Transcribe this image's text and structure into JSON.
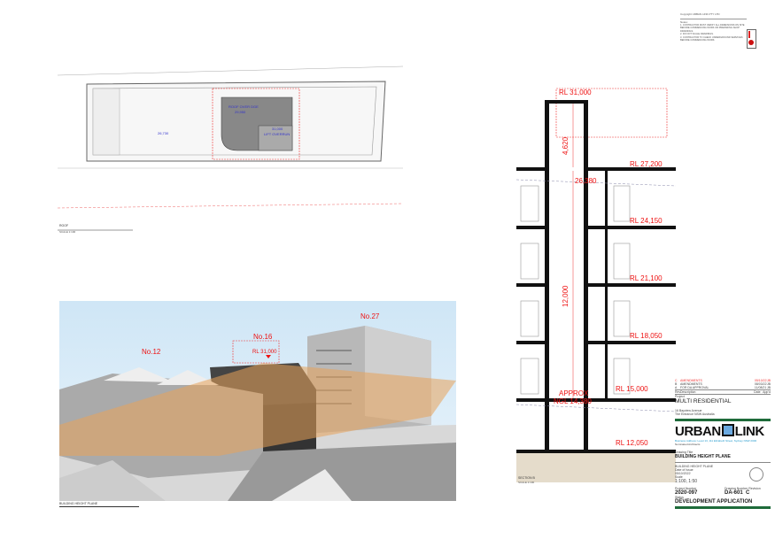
{
  "notes": {
    "copyright": "Copyright URBAN LINK PTY LTD",
    "heading": "Notes:",
    "lines": [
      "1. CONTRACTOR MUST VERIFY ALL DIMENSIONS ON SITE BEFORE COMMENCING WORK OR PREPARING SHOP DRAWINGS.",
      "2. DO NOT SCALE DRAWINGS.",
      "3. CONTRACTOR TO CHECK UNDERGROUND SERVICES BEFORE COMMENCING WORK."
    ]
  },
  "roof_plan": {
    "label": "ROOF",
    "scale": "SCALE 1:100",
    "roof_over": "ROOF OVER DGE",
    "roof_over_rl": "29,950",
    "lift_overrun": "LIFT OVERRUN",
    "lift_rl": "31,000",
    "spot_level": "26,730"
  },
  "view3d": {
    "label": "BUILDING HEIGHT PLANE",
    "no12": "No.12",
    "no16": "No.16",
    "no27": "No.27",
    "rl": "RL 31,000"
  },
  "section": {
    "label": "SECTION B",
    "scale": "SCALE 1:100",
    "levels": [
      "RL 31,000",
      "RL 27,200",
      "RL 24,150",
      "RL 21,100",
      "RL 18,050",
      "RL 15,000",
      "RL 12,050"
    ],
    "dim_top": "4,620",
    "dim_mid": "12,000",
    "spot": "26,380",
    "ngl_1": "APPROX",
    "ngl_2": "NGL 14,380"
  },
  "title_block": {
    "revisions": [
      {
        "rev": "C",
        "desc": "AMENDMENTS",
        "date": "05/10/22",
        "by": "JB"
      },
      {
        "rev": "B",
        "desc": "AMENDMENTS",
        "date": "08/03/22",
        "by": "JB"
      },
      {
        "rev": "A",
        "desc": "FOR DA APPROVAL",
        "date": "11/08/21",
        "by": "JB"
      }
    ],
    "rev_header": [
      "Rev",
      "Description",
      "Date",
      "App'd"
    ],
    "project_label": "Project",
    "project": "MULTI RESIDENTIAL",
    "address_1": "16 Bayview Avenue",
    "address_2": "The Entrance NSW   Australia",
    "logo_left": "URBAN",
    "logo_right": "LINK",
    "company_info": "Business Address: Level 13, 111 Elizabeth Street, Sydney NSW 2000",
    "nominated": "Nominated Architects",
    "drawing_title_label": "Drawing Title",
    "drawing_title": "BUILDING HEIGHT PLANE",
    "subtitle": "BUILDING HEIGHT PLANE",
    "date_label": "Date of Issue",
    "date": "05/10/2022",
    "scale_label": "Scale",
    "scale": "1:100, 1:50",
    "project_number_label": "Project Number",
    "project_number": "2020-097",
    "drawing_number_label": "Drawing Number  Revision",
    "drawing_number": "DA-601",
    "revision": "C",
    "status_label": "Status",
    "status": "DEVELOPMENT APPLICATION"
  }
}
